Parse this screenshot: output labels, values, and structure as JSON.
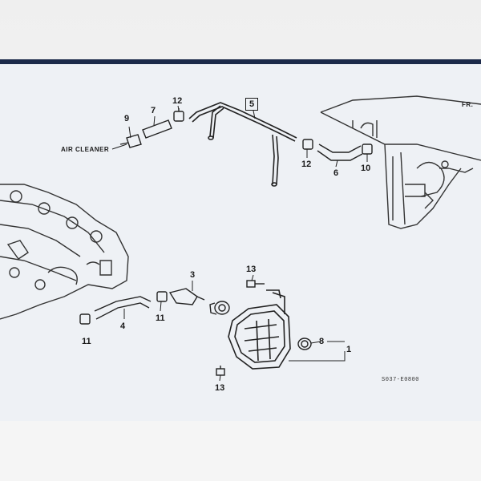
{
  "diagram": {
    "callouts": {
      "c1": "1",
      "c3": "3",
      "c4": "4",
      "c5": "5",
      "c6": "6",
      "c7": "7",
      "c8": "8",
      "c9": "9",
      "c10": "10",
      "c11a": "11",
      "c11b": "11",
      "c12a": "12",
      "c12b": "12",
      "c13a": "13",
      "c13b": "13"
    },
    "labels": {
      "air_cleaner": "AIR CLEANER",
      "front_arrow": "FR.",
      "diagram_code": "S037-E0800"
    }
  }
}
